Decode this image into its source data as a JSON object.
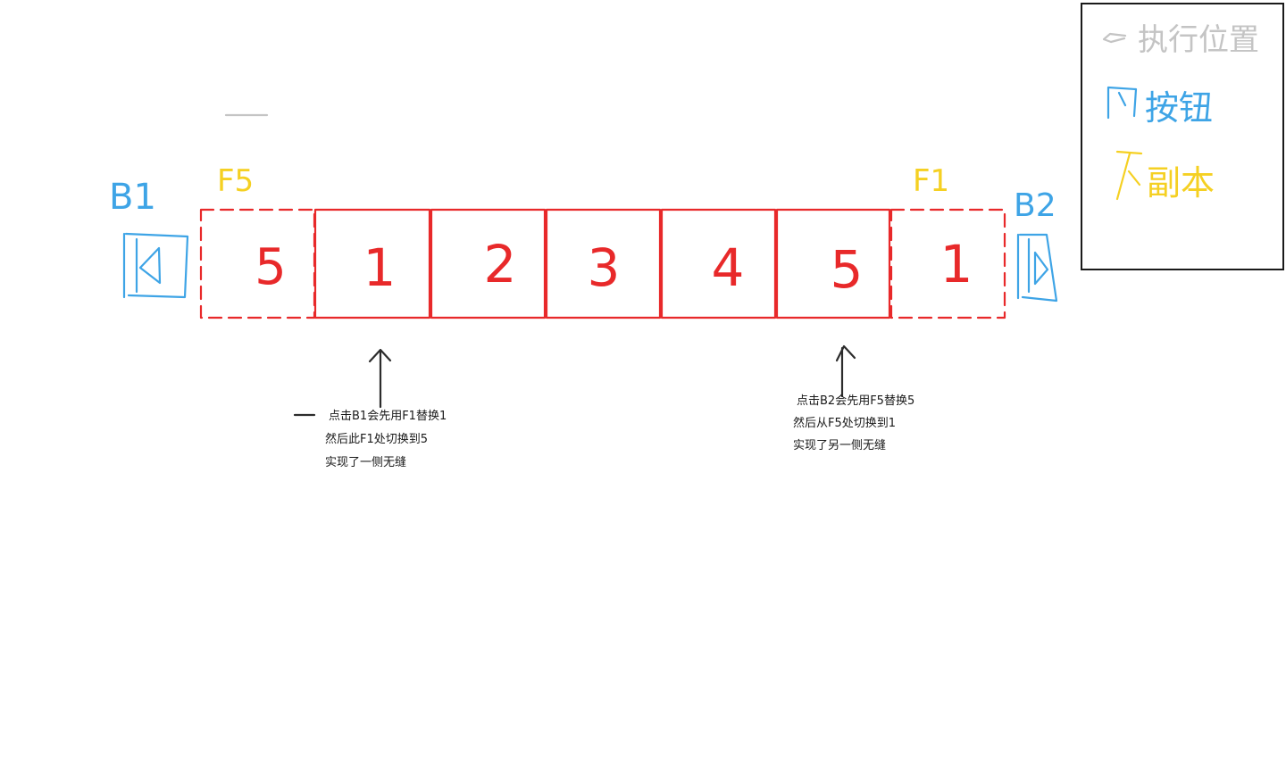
{
  "carousel": {
    "cells": [
      "1",
      "2",
      "3",
      "4",
      "5"
    ],
    "left_copy": "5",
    "right_copy": "1",
    "left_copy_tag": "F5",
    "right_copy_tag": "F1",
    "left_button_tag": "B1",
    "right_button_tag": "B2"
  },
  "legend": {
    "items": [
      {
        "label": "执行位置",
        "color": "#c4c4c4"
      },
      {
        "label": "按钮",
        "color": "#3ea4e6"
      },
      {
        "label": "副本",
        "color": "#f5d022"
      }
    ]
  },
  "notes": {
    "left": [
      "点击B1会先用F1替换1",
      "然后此F1处切换到5",
      "实现了一侧无缝"
    ],
    "right": [
      "点击B2会先用F5替换5",
      "然后从F5处切换到1",
      "实现了另一侧无缝"
    ]
  },
  "colors": {
    "cells": "#e8292a",
    "buttons": "#3ea4e6",
    "copies": "#f5d022",
    "position": "#c4c4c4"
  }
}
